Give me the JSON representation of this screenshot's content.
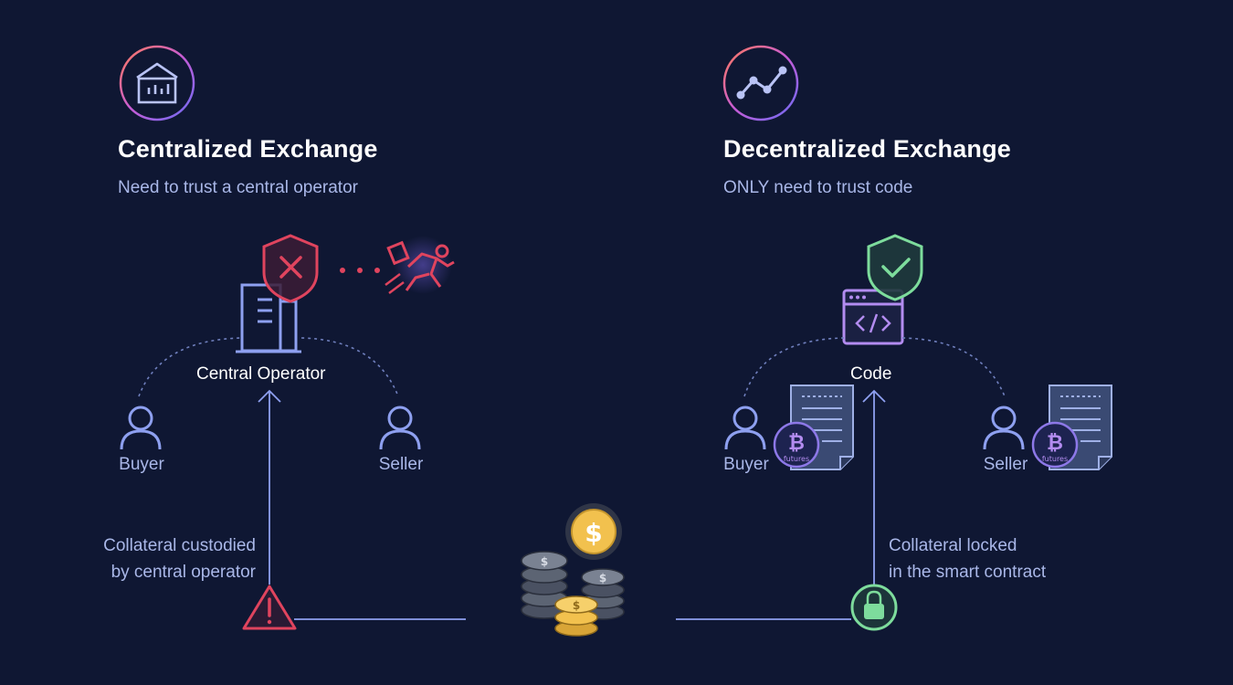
{
  "colors": {
    "background": "#0f1733",
    "line": "#8ea0f0",
    "danger": "#e0445e",
    "success": "#7ddc9c",
    "coin_gold": "#f2c14e",
    "coin_gray": "#5c6473"
  },
  "centralized": {
    "icon": "bank-chart-icon",
    "title": "Centralized Exchange",
    "subtitle": "Need to trust a central operator",
    "hub_label": "Central Operator",
    "buyer_label": "Buyer",
    "seller_label": "Seller",
    "collateral_note": [
      "Collateral custodied",
      "by central operator"
    ],
    "status_icon": "shield-x-icon",
    "runner_icon": "running-thief-icon",
    "warning_icon": "warning-triangle-icon"
  },
  "decentralized": {
    "icon": "line-graph-icon",
    "title": "Decentralized Exchange",
    "subtitle": "ONLY need to trust code",
    "hub_label": "Code",
    "buyer_label": "Buyer",
    "seller_label": "Seller",
    "collateral_note": [
      "Collateral locked",
      "in the smart contract"
    ],
    "status_icon": "shield-check-icon",
    "lock_icon": "lock-icon",
    "contract_badge": "futures"
  },
  "center": {
    "icon": "coin-stacks-icon"
  }
}
